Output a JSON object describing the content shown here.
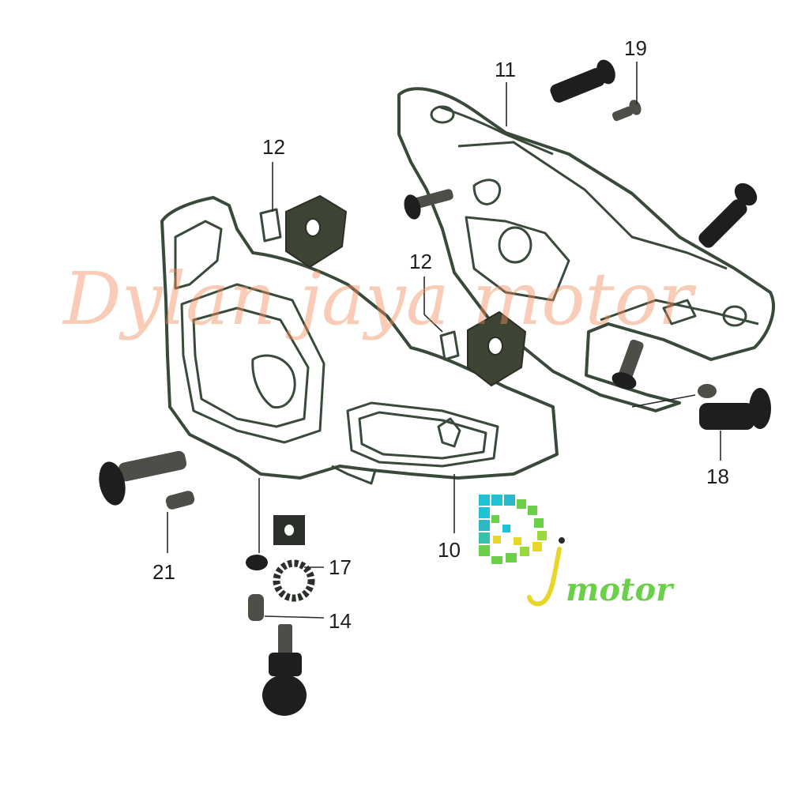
{
  "watermark": {
    "text": "Dylan jaya motor",
    "color": "#f08f5e"
  },
  "logo": {
    "wordmark": "motor",
    "letters": "Dj",
    "colors": {
      "cyan": "#1fc3d6",
      "green": "#6ccf4a",
      "yellow": "#e9d62a",
      "ink": "#2b2b2b"
    }
  },
  "callouts": [
    {
      "id": "11",
      "label": "11"
    },
    {
      "id": "19",
      "label": "19"
    },
    {
      "id": "12a",
      "label": "12"
    },
    {
      "id": "12b",
      "label": "12"
    },
    {
      "id": "10",
      "label": "10"
    },
    {
      "id": "18",
      "label": "18"
    },
    {
      "id": "21",
      "label": "21"
    },
    {
      "id": "17",
      "label": "17"
    },
    {
      "id": "14",
      "label": "14"
    }
  ]
}
